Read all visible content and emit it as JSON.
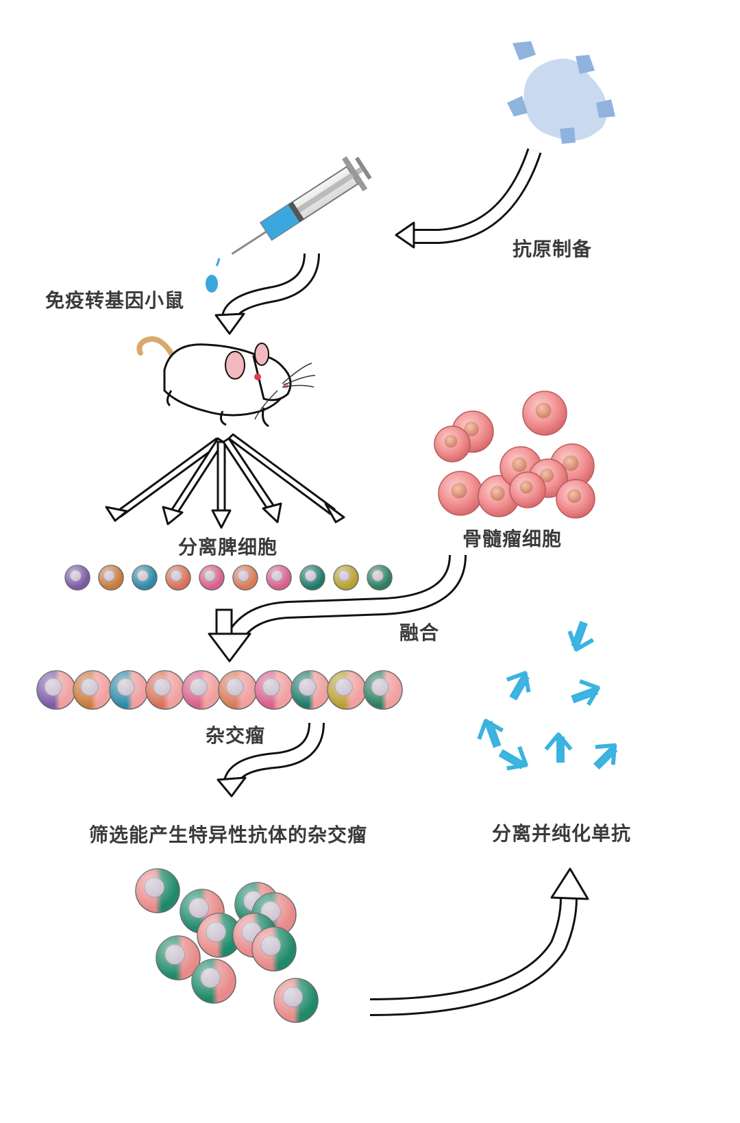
{
  "labels": {
    "antigen_prep": "抗原制备",
    "immunize_mouse": "免疫转基因小鼠",
    "isolate_spleen_cells": "分离脾细胞",
    "myeloma_cells": "骨髓瘤细胞",
    "fusion": "融合",
    "hybridoma": "杂交瘤",
    "screen_hybridoma": "筛选能产生特异性抗体的杂交瘤",
    "purify_mab": "分离并纯化单抗"
  },
  "colors": {
    "antigen": "#c9d9f0",
    "antigen_spikes": "#8fb3dd",
    "syringe_liquid": "#3ba7dd",
    "antibody": "#3bb3e0",
    "myeloma": "#f08a8c",
    "arrow_outline": "#111111"
  },
  "spleen_cell_colors": [
    "#7b5aa8",
    "#c87a3a",
    "#2a8aa8",
    "#d87058",
    "#d8608a",
    "#d87a58",
    "#d8608a",
    "#1e7a6a",
    "#b8a030",
    "#2a8060"
  ],
  "selected_cell_colors": [
    "#e88a8a",
    "#1f8a6a",
    "#1f8a6a",
    "#1f8a6a",
    "#e88a8a",
    "#1f8a6a",
    "#1f8a6a",
    "#1f8a6a",
    "#e88a8a"
  ]
}
